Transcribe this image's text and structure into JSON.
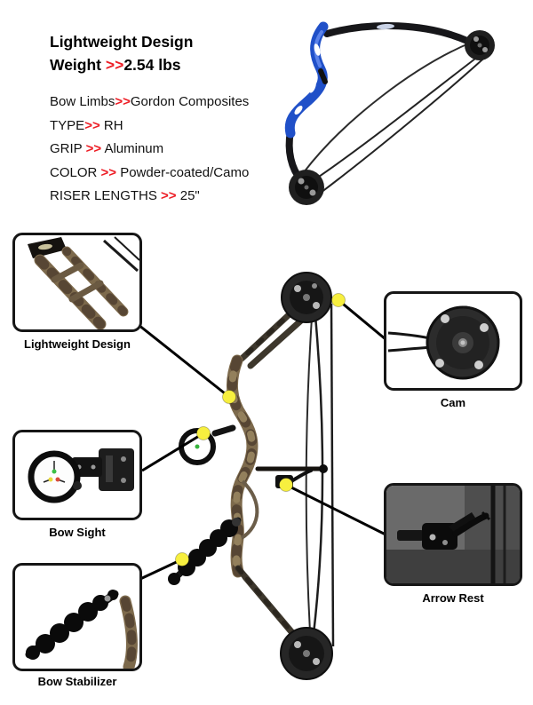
{
  "specs": {
    "title": "Lightweight Design",
    "weight": {
      "label": "Weight ",
      "sep": ">>",
      "value": "2.54 lbs"
    },
    "items": [
      {
        "label": "Bow Limbs",
        "sep": ">>",
        "value": "Gordon Composites"
      },
      {
        "label": "TYPE",
        "sep": ">>",
        "value": " RH"
      },
      {
        "label": "GRIP ",
        "sep": ">>",
        "value": " Aluminum"
      },
      {
        "label": "COLOR ",
        "sep": ">>",
        "value": " Powder-coated/Camo"
      },
      {
        "label": "RISER LENGTHS ",
        "sep": ">>",
        "value": " 25\""
      }
    ]
  },
  "callouts": [
    {
      "id": "lightweight-design",
      "label": "Lightweight Design"
    },
    {
      "id": "cam",
      "label": "Cam"
    },
    {
      "id": "bow-sight",
      "label": "Bow Sight"
    },
    {
      "id": "arrow-rest",
      "label": "Arrow Rest"
    },
    {
      "id": "bow-stabilizer",
      "label": "Bow Stabilizer"
    }
  ],
  "colors": {
    "accent_red": "#ed1c24",
    "marker_yellow": "#f7ef3f",
    "bow_blue": "#2050c8",
    "camo_brown": "#7d6a4c",
    "line_black": "#000000"
  }
}
